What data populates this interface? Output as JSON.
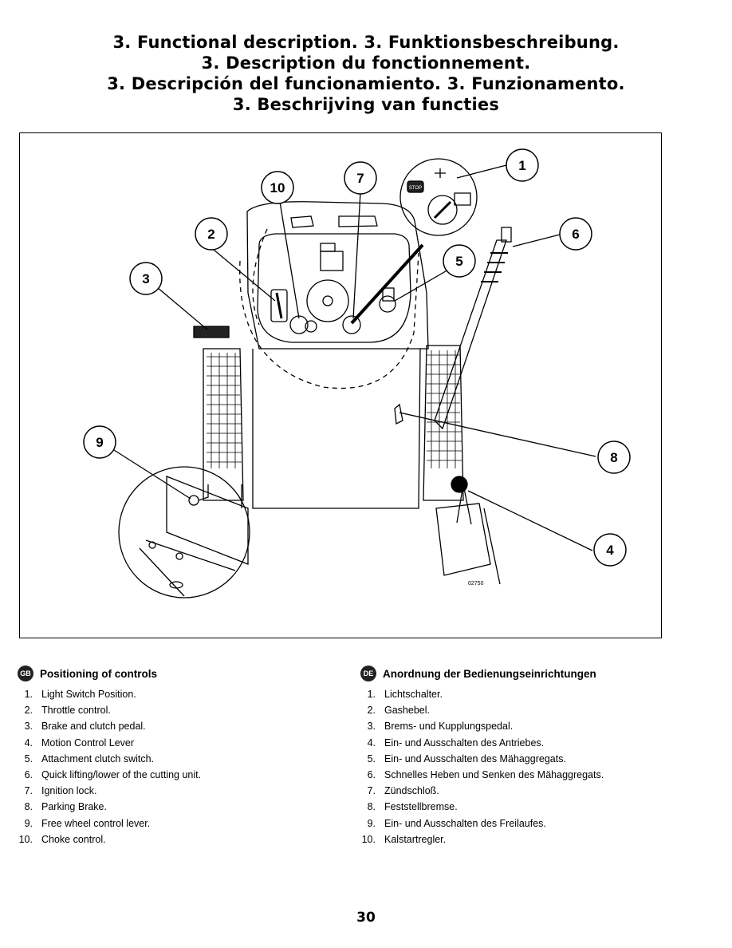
{
  "titles": [
    "3. Functional description.   3. Funktionsbeschreibung.",
    "3. Description du fonctionnement.",
    "3. Descripción del funcionamiento.   3. Funzionamento.",
    "3. Beschrijving van functies"
  ],
  "figure": {
    "code": "02750",
    "callouts": [
      "1",
      "2",
      "3",
      "4",
      "5",
      "6",
      "7",
      "8",
      "9",
      "10"
    ],
    "ignition_labels": {
      "stop": "STOP"
    }
  },
  "sections": {
    "gb": {
      "flag": "GB",
      "heading": "Positioning of controls",
      "items": [
        {
          "n": "1.",
          "text": "Light Switch Position."
        },
        {
          "n": "2.",
          "text": "Throttle control."
        },
        {
          "n": "3.",
          "text": "Brake and clutch pedal."
        },
        {
          "n": "4.",
          "text": "Motion Control Lever"
        },
        {
          "n": "5.",
          "text": "Attachment clutch switch."
        },
        {
          "n": "6.",
          "text": "Quick lifting/lower of the cutting unit."
        },
        {
          "n": "7.",
          "text": "Ignition lock."
        },
        {
          "n": "8.",
          "text": "Parking Brake."
        },
        {
          "n": "9.",
          "text": "Free wheel control lever."
        },
        {
          "n": "10.",
          "text": "Choke control."
        }
      ]
    },
    "de": {
      "flag": "DE",
      "heading": "Anordnung der Bedienungseinrichtungen",
      "items": [
        {
          "n": "1.",
          "text": "Lichtschalter."
        },
        {
          "n": "2.",
          "text": "Gashebel."
        },
        {
          "n": "3.",
          "text": "Brems- und Kupplungspedal."
        },
        {
          "n": "4.",
          "text": "Ein- und Ausschalten des Antriebes."
        },
        {
          "n": "5.",
          "text": "Ein- und Ausschalten des Mähaggregats."
        },
        {
          "n": "6.",
          "text": "Schnelles Heben und Senken des Mähaggregats."
        },
        {
          "n": "7.",
          "text": "Zündschloß."
        },
        {
          "n": "8.",
          "text": "Feststellbremse."
        },
        {
          "n": "9.",
          "text": "Ein- und Ausschalten des Freilaufes."
        },
        {
          "n": "10.",
          "text": "Kalstartregler."
        }
      ]
    }
  },
  "page_number": "30"
}
